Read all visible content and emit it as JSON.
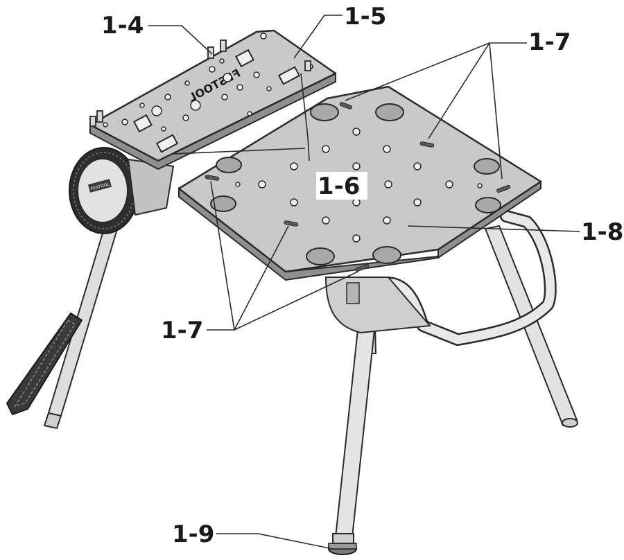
{
  "labels": {
    "l14": "1-4",
    "l15": "1-5",
    "l16": "1-6",
    "l17a": "1-7",
    "l17b": "1-7",
    "l18": "1-8",
    "l19": "1-9"
  },
  "brand": {
    "plate_text": "FESTOOL",
    "knob_text": "FESTOOL"
  },
  "colors": {
    "outline": "#2a2a2a",
    "plate": "#c9c9c9",
    "plate_dark": "#9c9c9c",
    "leg": "#dcdcdc",
    "tread": "#3a3a3a"
  }
}
